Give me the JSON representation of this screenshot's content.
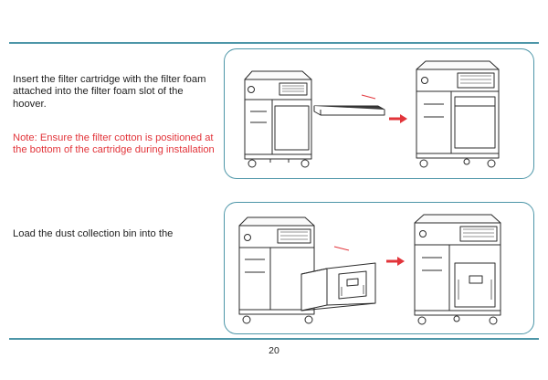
{
  "step1": {
    "instruction": "Insert the filter cartridge with the filter foam attached into the filter foam slot of the hoover.",
    "note": "Note: Ensure the filter cotton is positioned at the bottom of the cartridge during installation"
  },
  "step2": {
    "instruction": "Load the dust collection bin into the"
  },
  "footer": {
    "page_number": "20"
  },
  "colors": {
    "rule": "#4d96a8",
    "note_text": "#e2343a",
    "arrow": "#e2343a"
  }
}
